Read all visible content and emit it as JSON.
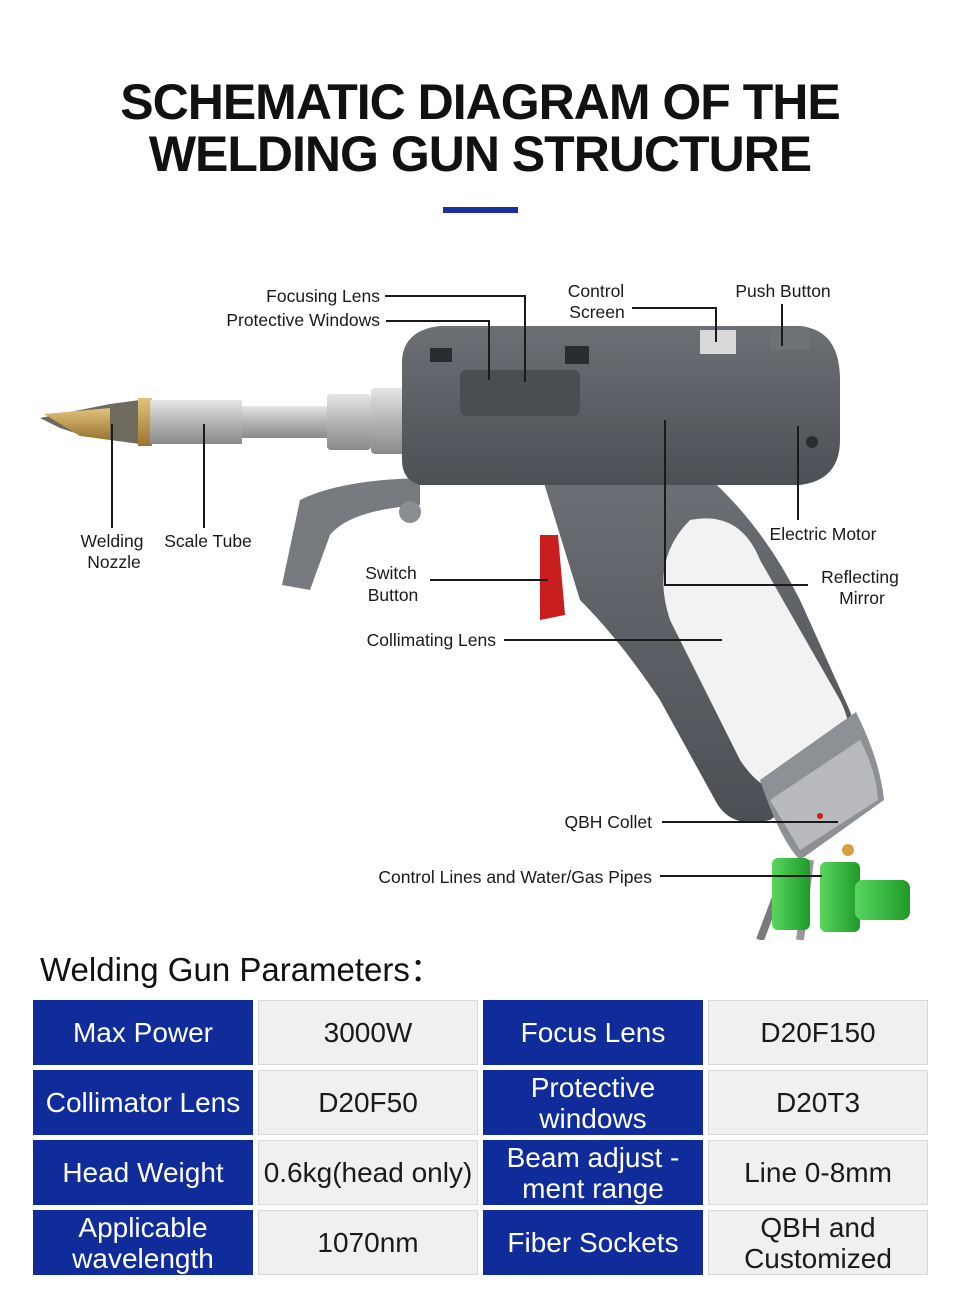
{
  "title": {
    "line1": "SCHEMATIC DIAGRAM OF THE",
    "line2": "WELDING GUN STRUCTURE"
  },
  "labels": {
    "focusing_lens": "Focusing Lens",
    "protective_windows": "Protective Windows",
    "control_screen_1": "Control",
    "control_screen_2": "Screen",
    "push_button": "Push Button",
    "welding_nozzle_1": "Welding",
    "welding_nozzle_2": "Nozzle",
    "scale_tube": "Scale Tube",
    "electric_motor": "Electric Motor",
    "switch_button_1": "Switch",
    "switch_button_2": "Button",
    "reflecting_mirror_1": "Reflecting",
    "reflecting_mirror_2": "Mirror",
    "collimating_lens": "Collimating Lens",
    "qbh_collet": "QBH Collet",
    "control_lines": "Control Lines and Water/Gas Pipes"
  },
  "params": {
    "heading": "Welding Gun Parameters：",
    "rows": [
      {
        "k1": "Max Power",
        "v1": "3000W",
        "k2": "Focus Lens",
        "v2": "D20F150"
      },
      {
        "k1": "Collimator Lens",
        "v1": "D20F50",
        "k2": "Protective windows",
        "v2": "D20T3"
      },
      {
        "k1": "Head Weight",
        "v1": "0.6kg(head only)",
        "k2": "Beam adjust -ment range",
        "v2": "Line 0-8mm"
      },
      {
        "k1": "Applicable wavelength",
        "v1": "1070nm",
        "k2": "Fiber Sockets",
        "v2": "QBH and Customized"
      }
    ]
  },
  "colors": {
    "accent_blue": "#0f2c9a",
    "cell_grey": "#f0f0f0",
    "gun_body": "#5b5e63",
    "grip_white": "#f2f2f2",
    "switch_red": "#c81e1e",
    "nozzle_gold": "#c9a24a",
    "pipe_green": "#2fbf3a"
  }
}
